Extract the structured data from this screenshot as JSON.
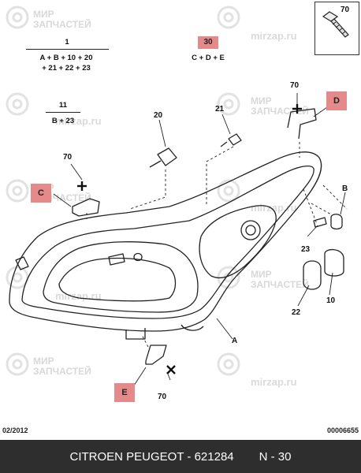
{
  "watermarks": {
    "logo_lines": [
      "МИР",
      "ЗАПЧАСТЕЙ"
    ],
    "url": "mirzap.ru"
  },
  "formulas": [
    {
      "top": "1",
      "bottom_lines": [
        "A + B + 10 + 20",
        "+ 21 + 22 + 23"
      ]
    },
    {
      "top": "30",
      "bottom_lines": [
        "C + D + E"
      ]
    },
    {
      "top": "11",
      "bottom_lines": [
        "B + 23"
      ]
    }
  ],
  "callouts": {
    "part_20": "20",
    "part_21": "21",
    "part_70_top": "70",
    "part_70_left": "70",
    "part_70_bottom": "70",
    "part_23": "23",
    "part_22": "22",
    "part_10": "10",
    "part_A": "A",
    "part_B": "B",
    "ref_C": "C",
    "ref_D": "D",
    "ref_E": "E"
  },
  "footer": {
    "date": "02/2012",
    "code": "00006655",
    "brand_part": "CITROEN PEUGEOT - 621284",
    "page": "N - 30"
  },
  "colors": {
    "highlight": "#e58a8a",
    "footer_bg": "#2e2e2e",
    "watermark": "#d8d8d8"
  }
}
